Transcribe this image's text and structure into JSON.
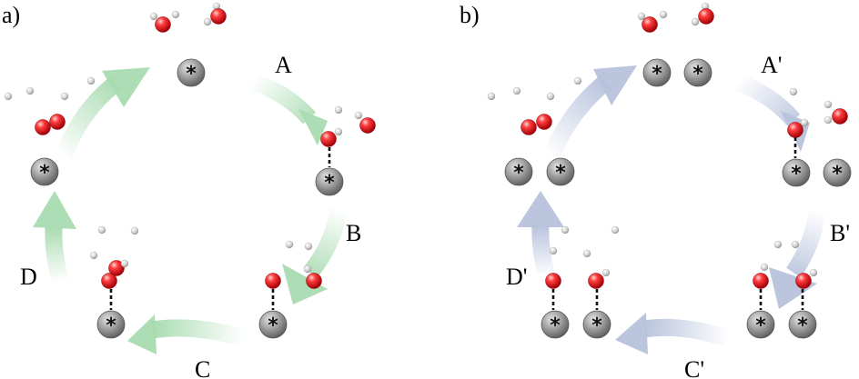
{
  "panels": {
    "a": {
      "label": "a)",
      "steps": {
        "A": "A",
        "B": "B",
        "C": "C",
        "D": "D"
      },
      "arrow_color": "#a8dbb0"
    },
    "b": {
      "label": "b)",
      "steps": {
        "A": "A'",
        "B": "B'",
        "C": "C'",
        "D": "D'"
      },
      "arrow_color": "#b7c2dc"
    }
  },
  "site_symbol": "*",
  "colors": {
    "oxygen": "#e8101c",
    "hydrogen": "#cfcfcf",
    "surface_site": "#8c8c8c",
    "bond": "#111111"
  },
  "icons": {
    "site": "catalytic-site-icon",
    "oxygen": "oxygen-atom-icon",
    "hydrogen": "hydrogen-atom-icon",
    "arrow": "cycle-arrow-icon"
  }
}
